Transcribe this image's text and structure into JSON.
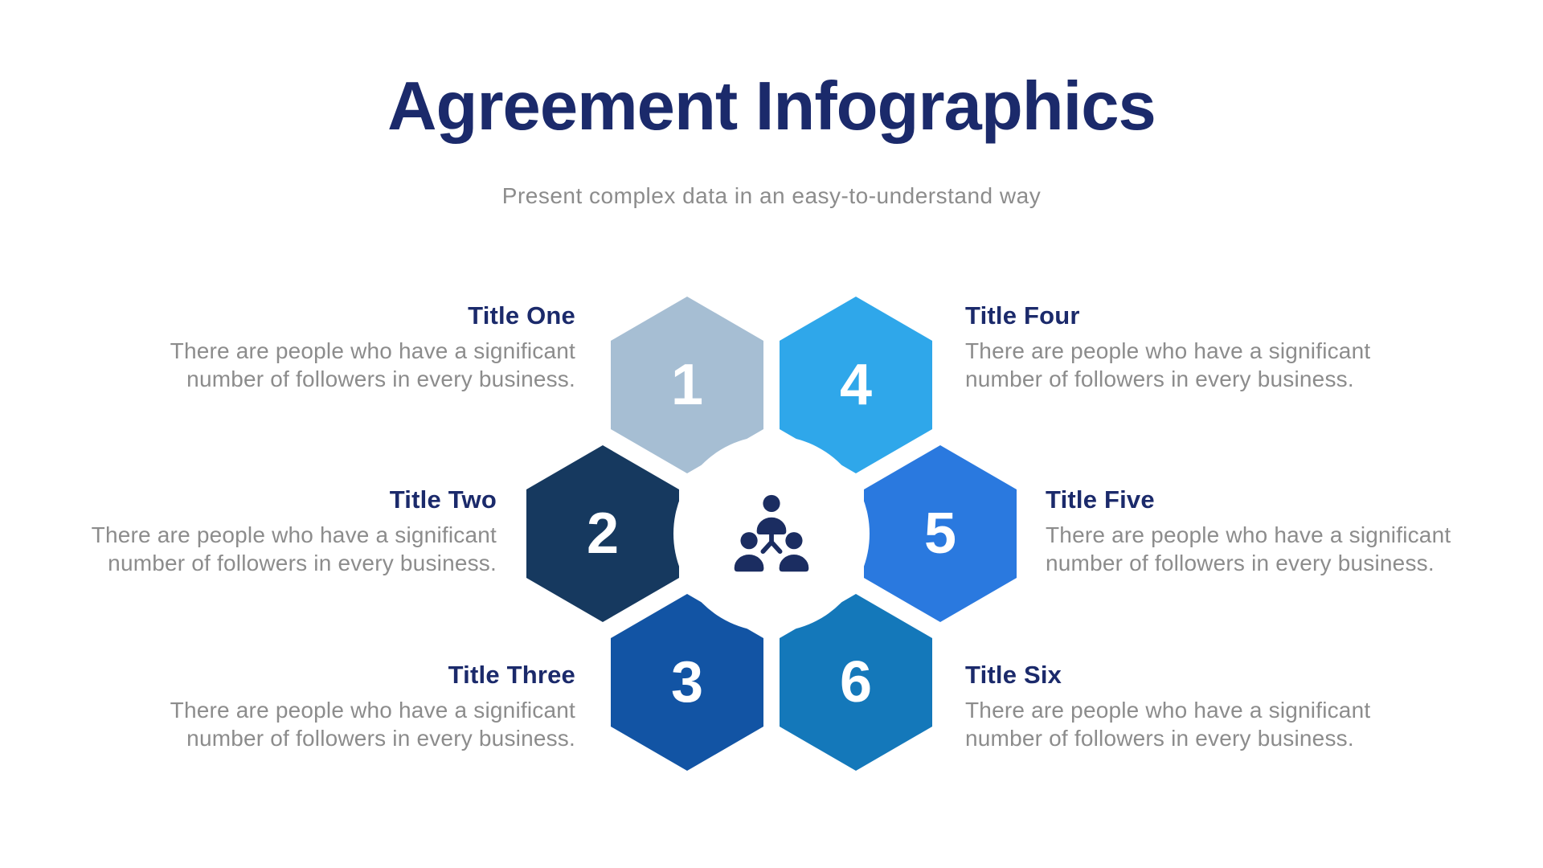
{
  "slide": {
    "title": "Agreement Infographics",
    "subtitle": "Present complex data in an easy-to-understand way",
    "colors": {
      "title_navy": "#1B2A6B",
      "body_gray": "#8C8C8C",
      "number_white": "#FFFFFF",
      "icon_navy": "#1B2D61",
      "background": "#FFFFFF"
    },
    "center_icon": "team-hierarchy-icon"
  },
  "items": [
    {
      "number": "1",
      "title": "Title One",
      "description": "There are people who have a significant number of followers in every business.",
      "color": "#A6BED3"
    },
    {
      "number": "2",
      "title": "Title Two",
      "description": "There are people who have a significant number of followers in every business.",
      "color": "#16395F"
    },
    {
      "number": "3",
      "title": "Title Three",
      "description": "There are people who have a significant number of followers in every business.",
      "color": "#1254A4"
    },
    {
      "number": "4",
      "title": "Title Four",
      "description": "There are people who have a significant number of followers in every business.",
      "color": "#2FA7EA"
    },
    {
      "number": "5",
      "title": "Title Five",
      "description": "There are people who have a significant number of followers in every business.",
      "color": "#2A79DF"
    },
    {
      "number": "6",
      "title": "Title Six",
      "description": "There are people who have a significant number of followers in every business.",
      "color": "#1478BA"
    }
  ]
}
